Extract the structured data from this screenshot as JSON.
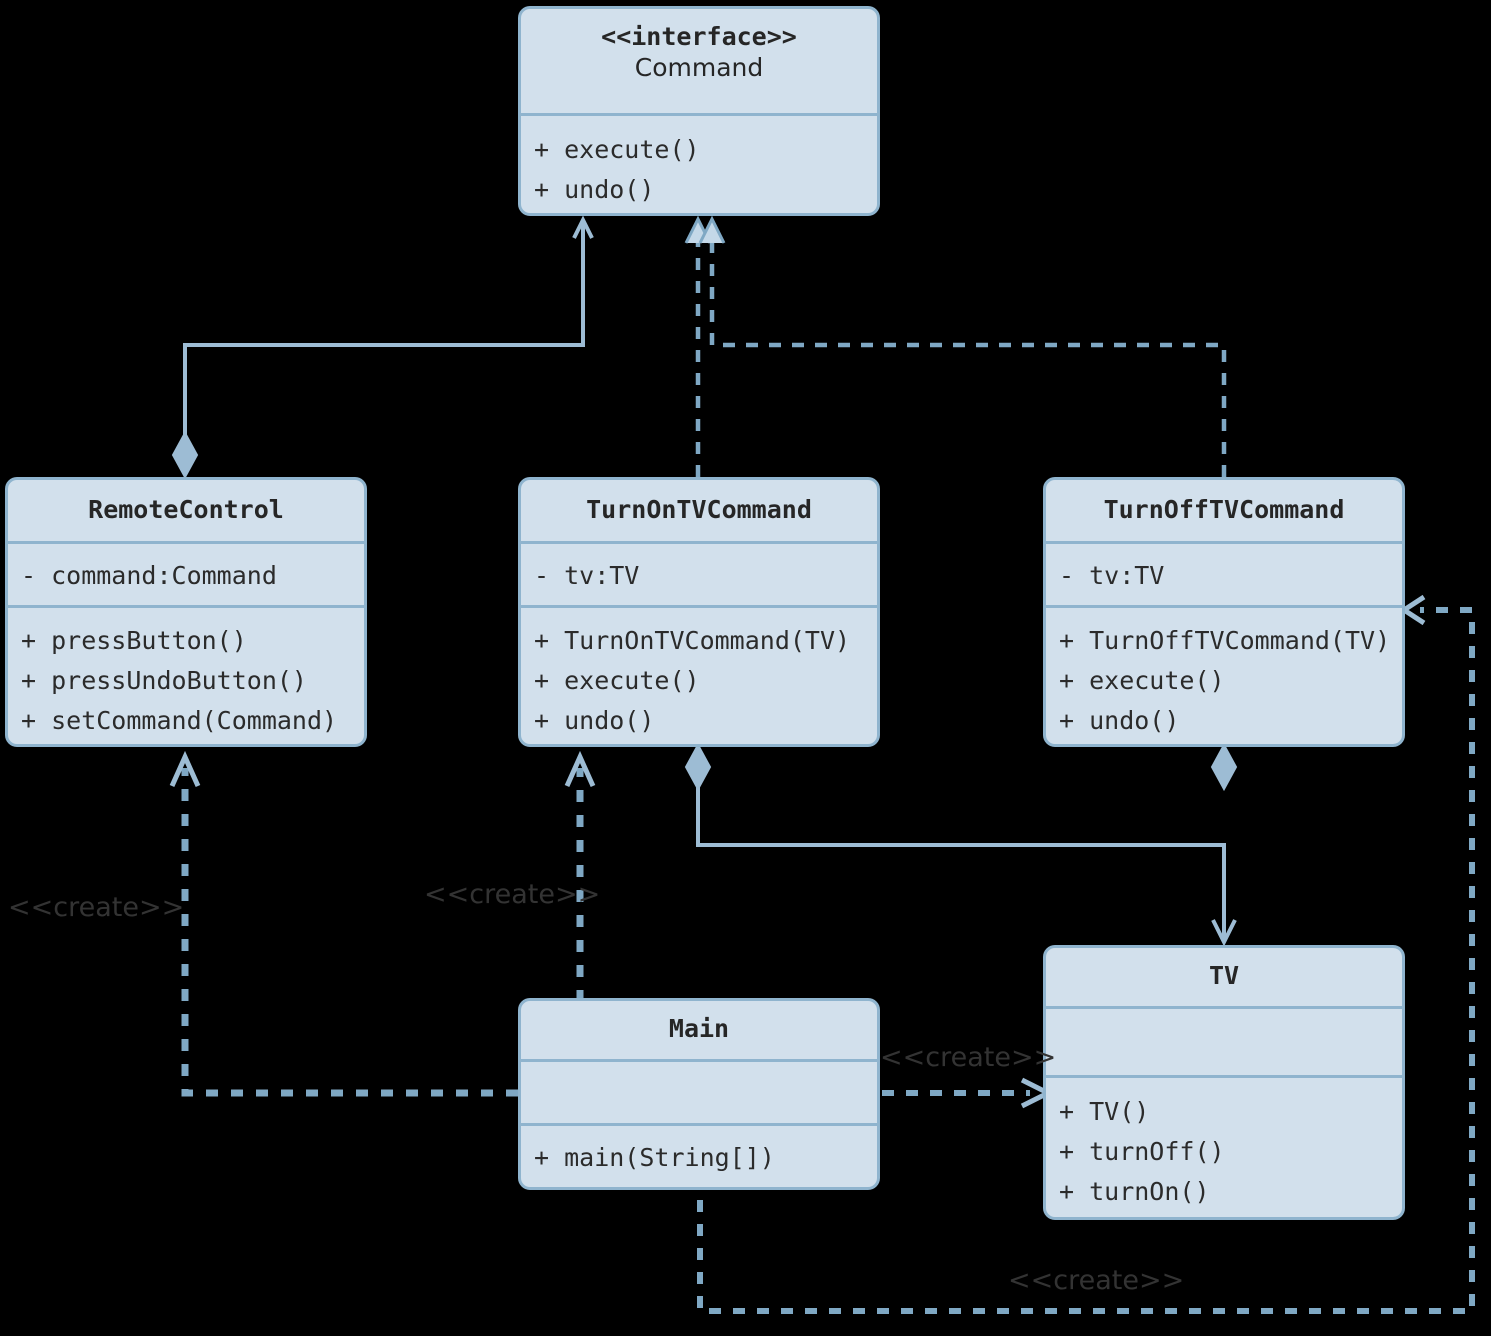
{
  "diagram": {
    "title": "Command Pattern UML Class Diagram",
    "type": "uml-class-diagram",
    "background_color": "#000000",
    "class_fill_color": "#d2e0ec",
    "class_border_color": "#8fb4ce",
    "edge_color": "#8fb4ce",
    "text_color": "#262626"
  },
  "classes": {
    "command": {
      "stereotype": "<<interface>>",
      "name": "Command",
      "attributes": [],
      "operations": [
        "+ execute()",
        "+ undo()"
      ]
    },
    "remote_control": {
      "name": "RemoteControl",
      "attributes": [
        "- command:Command"
      ],
      "operations": [
        "+ pressButton()",
        "+ pressUndoButton()",
        "+ setCommand(Command)"
      ]
    },
    "turn_on_tv_command": {
      "name": "TurnOnTVCommand",
      "attributes": [
        "- tv:TV"
      ],
      "operations": [
        "+ TurnOnTVCommand(TV)",
        "+ execute()",
        "+ undo()"
      ]
    },
    "turn_off_tv_command": {
      "name": "TurnOffTVCommand",
      "attributes": [
        "- tv:TV"
      ],
      "operations": [
        "+ TurnOffTVCommand(TV)",
        "+ execute()",
        "+ undo()"
      ]
    },
    "tv": {
      "name": "TV",
      "attributes": [],
      "operations": [
        "+ TV()",
        "+ turnOff()",
        "+ turnOn()"
      ]
    },
    "main": {
      "name": "Main",
      "attributes": [],
      "operations": [
        "+ main(String[])"
      ]
    }
  },
  "edge_labels": {
    "create_remote_control": "<<create>>",
    "create_turn_on": "<<create>>",
    "create_tv": "<<create>>",
    "create_turn_off": "<<create>>"
  },
  "relationships": [
    {
      "from": "RemoteControl",
      "to": "Command",
      "type": "aggregation"
    },
    {
      "from": "TurnOnTVCommand",
      "to": "Command",
      "type": "realization"
    },
    {
      "from": "TurnOffTVCommand",
      "to": "Command",
      "type": "realization"
    },
    {
      "from": "TurnOnTVCommand",
      "to": "TV",
      "type": "aggregation"
    },
    {
      "from": "TurnOffTVCommand",
      "to": "TV",
      "type": "aggregation"
    },
    {
      "from": "Main",
      "to": "RemoteControl",
      "type": "dependency",
      "label": "<<create>>"
    },
    {
      "from": "Main",
      "to": "TurnOnTVCommand",
      "type": "dependency",
      "label": "<<create>>"
    },
    {
      "from": "Main",
      "to": "TV",
      "type": "dependency",
      "label": "<<create>>"
    },
    {
      "from": "Main",
      "to": "TurnOffTVCommand",
      "type": "dependency",
      "label": "<<create>>"
    }
  ]
}
